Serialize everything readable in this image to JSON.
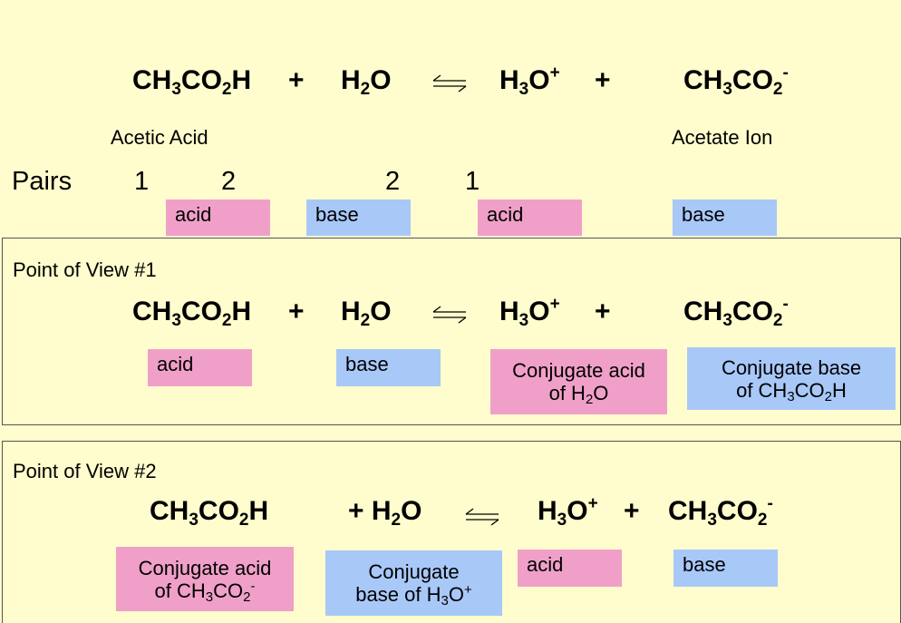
{
  "top_equation": {
    "species": [
      {
        "main": "CH",
        "sub1": "3",
        "mid": "CO",
        "sub2": "2",
        "end": "H"
      },
      {
        "main": "H",
        "sub1": "2",
        "end": "O"
      },
      {
        "main": "H",
        "sub1": "3",
        "end": "O",
        "sup": "+"
      },
      {
        "main": "CH",
        "sub1": "3",
        "mid": "CO",
        "sub2": "2",
        "sup": "-"
      }
    ],
    "plus": "+"
  },
  "names": {
    "acetic_acid": "Acetic Acid",
    "acetate_ion": "Acetate Ion"
  },
  "pairs": {
    "label": "Pairs",
    "numbers": [
      "1",
      "2",
      "2",
      "1"
    ]
  },
  "top_roles": [
    "acid",
    "base",
    "acid",
    "base"
  ],
  "pov1": {
    "title": "Point of View #1",
    "roles": {
      "acid": "acid",
      "base": "base",
      "conj_acid_line1": "Conjugate acid",
      "conj_acid_line2_pre": "of H",
      "conj_acid_line2_sub": "2",
      "conj_acid_line2_post": "O",
      "conj_base_line1": "Conjugate base",
      "conj_base_line2_pre": "of CH",
      "conj_base_line2_sub1": "3",
      "conj_base_line2_mid": "CO",
      "conj_base_line2_sub2": "2",
      "conj_base_line2_post": "H"
    }
  },
  "pov2": {
    "title": "Point of View #2",
    "roles": {
      "conj_acid_line1": "Conjugate acid",
      "conj_acid_line2_pre": "of CH",
      "conj_acid_line2_sub1": "3",
      "conj_acid_line2_mid": "CO",
      "conj_acid_line2_sub2": "2",
      "conj_acid_line2_sup": "-",
      "conj_base_line1": "Conjugate",
      "conj_base_line2_pre": "base of H",
      "conj_base_line2_sub": "3",
      "conj_base_line2_mid": "O",
      "conj_base_line2_sup": "+",
      "acid": "acid",
      "base": "base"
    }
  },
  "colors": {
    "background": "#fffdcd",
    "acid_box": "#f0a0c8",
    "base_box": "#a8c8f8"
  }
}
